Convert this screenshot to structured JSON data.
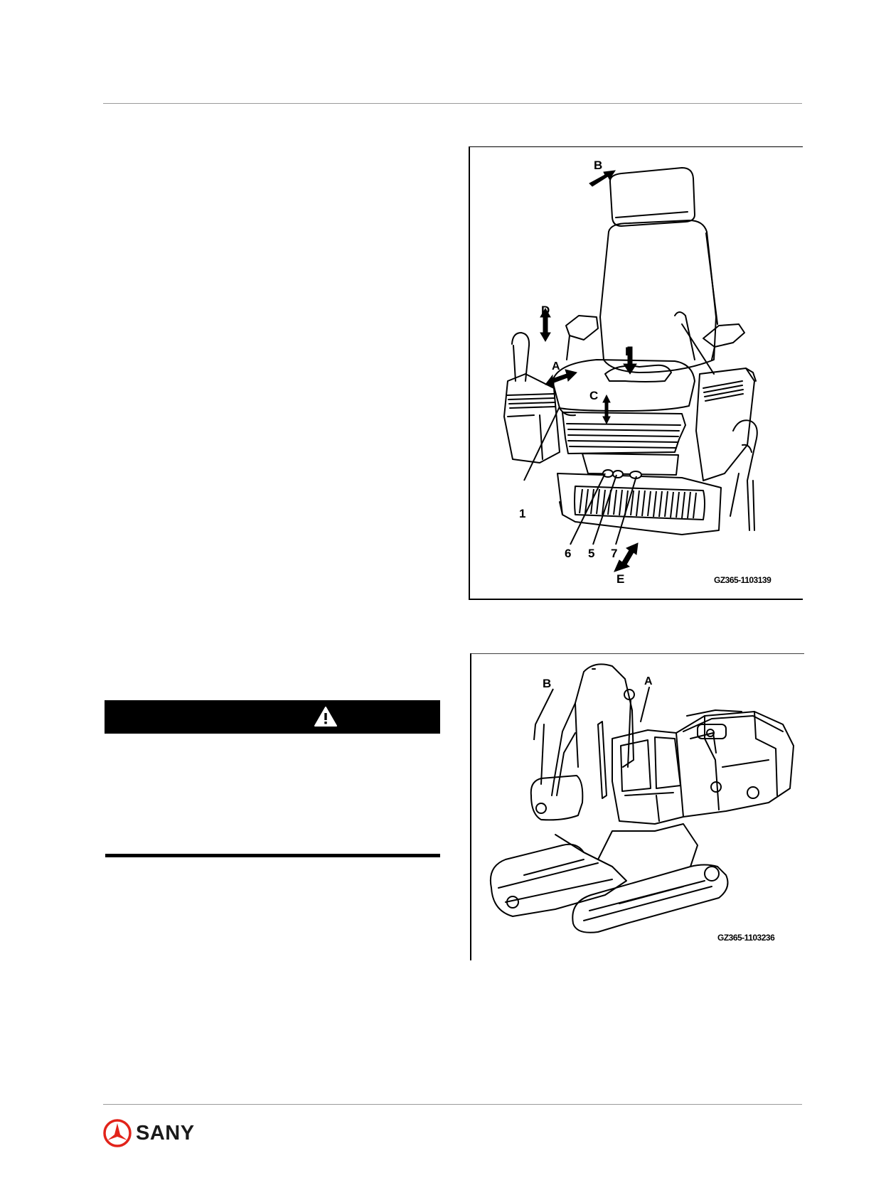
{
  "seat_figure": {
    "code": "GZ365-1103139",
    "labels": {
      "a": "A",
      "b": "B",
      "c": "C",
      "d": "D",
      "e": "E",
      "f": "F",
      "n1": "1",
      "n5": "5",
      "n6": "6",
      "n7": "7"
    }
  },
  "excavator_figure": {
    "code": "GZ365-1103236",
    "labels": {
      "a": "A",
      "b": "B"
    }
  },
  "warning_box": {
    "icon": "warning-triangle-icon"
  },
  "brand": {
    "name": "SANY",
    "color": "#e2231a"
  }
}
